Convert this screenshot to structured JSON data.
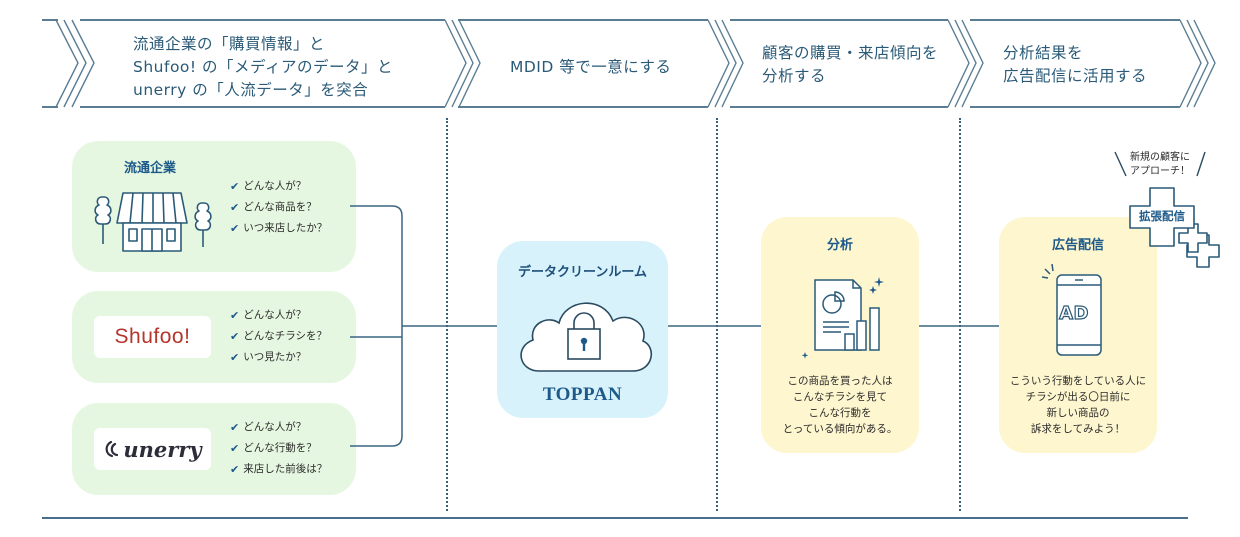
{
  "header": {
    "steps": [
      {
        "lines": [
          "流通企業の「購買情報」と",
          "Shufoo! の「メディアのデータ」と",
          "unerry の「人流データ」を突合"
        ]
      },
      {
        "lines": [
          "MDID 等で一意にする"
        ]
      },
      {
        "lines": [
          "顧客の購買・来店傾向を",
          "分析する"
        ]
      },
      {
        "lines": [
          "分析結果を",
          "広告配信に活用する"
        ]
      }
    ]
  },
  "sources": [
    {
      "title": "流通企業",
      "icon": "store-icon",
      "checks": [
        "どんな人が？",
        "どんな商品を？",
        "いつ来店したか？"
      ]
    },
    {
      "logo": "Shufoo!",
      "checks": [
        "どんな人が？",
        "どんなチラシを？",
        "いつ見たか？"
      ]
    },
    {
      "logo": "unerry",
      "checks": [
        "どんな人が？",
        "どんな行動を？",
        "来店した前後は？"
      ]
    }
  ],
  "clean_room": {
    "title": "データクリーンルーム",
    "icon": "cloud-lock-icon",
    "brand": "TOPPAN"
  },
  "analysis": {
    "title": "分析",
    "icon": "report-chart-icon",
    "desc": [
      "この商品を買った人は",
      "こんなチラシを見て",
      "こんな行動を",
      "とっている傾向がある。"
    ]
  },
  "ad_delivery": {
    "title": "広告配信",
    "icon": "smartphone-ad-icon",
    "screen_text": "AD",
    "desc": [
      "こういう行動をしている人に",
      "チラシが出る〇日前に",
      "新しい商品の",
      "訴求をしてみよう！"
    ]
  },
  "expansion": {
    "bubble": [
      "新規の顧客に",
      "アプローチ！"
    ],
    "label": "拡張配信"
  },
  "colors": {
    "primary": "#1d5a8a",
    "line": "#3a6582",
    "green_card": "#e6f7e1",
    "blue_card": "#d7f2fb",
    "yellow_card": "#fdf6cf",
    "shufoo_red": "#b5352b"
  }
}
